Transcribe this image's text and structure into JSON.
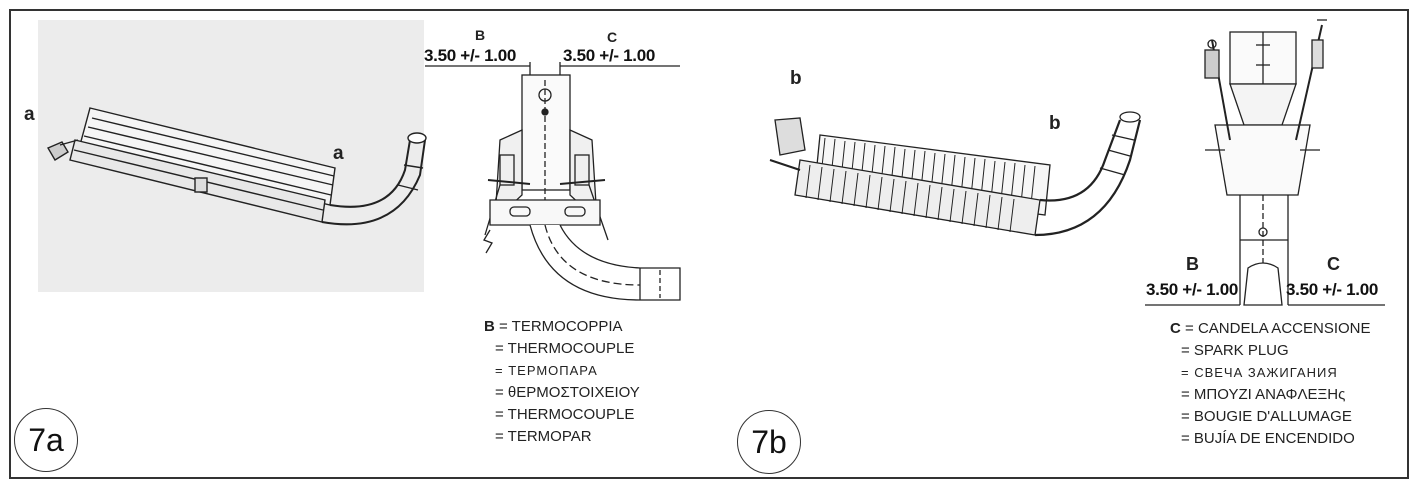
{
  "fig_a": {
    "label": "7a",
    "callout_left": "a",
    "callout_right": "a",
    "dim_b_letter": "B",
    "dim_b_value": "3.50 +/- 1.00",
    "dim_c_letter": "C",
    "dim_c_value": "3.50 +/- 1.00",
    "legend_key": "B",
    "legend_lines": [
      "= TERMOCOPPIA",
      "= THERMOCOUPLE",
      "= ТЕРМОПАРА",
      "= θΕΡΜΟΣΤΟΙΧΕΙΟΥ",
      "= THERMOCOUPLE",
      "= TERMOPAR"
    ]
  },
  "fig_b": {
    "label": "7b",
    "callout_left": "b",
    "callout_right": "b",
    "dim_b_letter": "B",
    "dim_b_value": "3.50 +/- 1.00",
    "dim_c_letter": "C",
    "dim_c_value": "3.50 +/- 1.00",
    "legend_key": "C",
    "legend_lines": [
      "= CANDELA ACCENSIONE",
      "= SPARK PLUG",
      "= СВЕЧА ЗАЖИГАНИЯ",
      "= ΜΠΟΥΖΙ ΑΝΑΦΛΕΞΗς",
      "= BOUGIE D'ALLUMAGE",
      "= BUJÍA DE ENCENDIDO"
    ]
  }
}
